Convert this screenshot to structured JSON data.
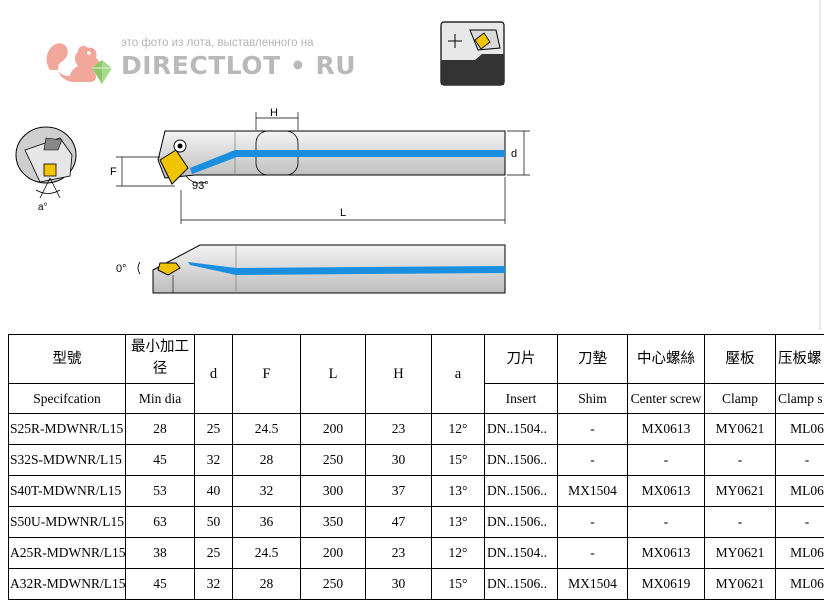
{
  "watermark": {
    "caption": "это фото из лота, выставленного на",
    "brand": "DIRECTLOT • RU"
  },
  "drawing": {
    "label_H": "H",
    "label_F": "F",
    "label_d": "d",
    "label_L": "L",
    "label_93": "93°",
    "label_a": "a°",
    "label_0": "0°"
  },
  "table": {
    "headers_cn": [
      "型號",
      "最小加工径",
      "d",
      "F",
      "L",
      "H",
      "a",
      "刀片",
      "刀墊",
      "中心螺絲",
      "壓板",
      "压板螺"
    ],
    "headers_en": [
      "Specifcation",
      "Min dia",
      "",
      "",
      "",
      "",
      "",
      "Insert",
      "Shim",
      "Center screw",
      "Clamp",
      "Clamp s"
    ],
    "rows": [
      [
        "S25R-MDWNR/L15",
        "28",
        "25",
        "24.5",
        "200",
        "23",
        "12°",
        "DN..1504..",
        "-",
        "MX0613",
        "MY0621",
        "ML06"
      ],
      [
        "S32S-MDWNR/L15",
        "45",
        "32",
        "28",
        "250",
        "30",
        "15°",
        "DN..1506..",
        "-",
        "-",
        "-",
        "-"
      ],
      [
        "S40T-MDWNR/L15",
        "53",
        "40",
        "32",
        "300",
        "37",
        "13°",
        "DN..1506..",
        "MX1504",
        "MX0613",
        "MY0621",
        "ML06"
      ],
      [
        "S50U-MDWNR/L15",
        "63",
        "50",
        "36",
        "350",
        "47",
        "13°",
        "DN..1506..",
        "-",
        "-",
        "-",
        "-"
      ],
      [
        "A25R-MDWNR/L15",
        "38",
        "25",
        "24.5",
        "200",
        "23",
        "12°",
        "DN..1504..",
        "-",
        "MX0613",
        "MY0621",
        "ML06"
      ],
      [
        "A32R-MDWNR/L15",
        "45",
        "32",
        "28",
        "250",
        "30",
        "15°",
        "DN..1506..",
        "MX1504",
        "MX0619",
        "MY0621",
        "ML06"
      ]
    ]
  }
}
